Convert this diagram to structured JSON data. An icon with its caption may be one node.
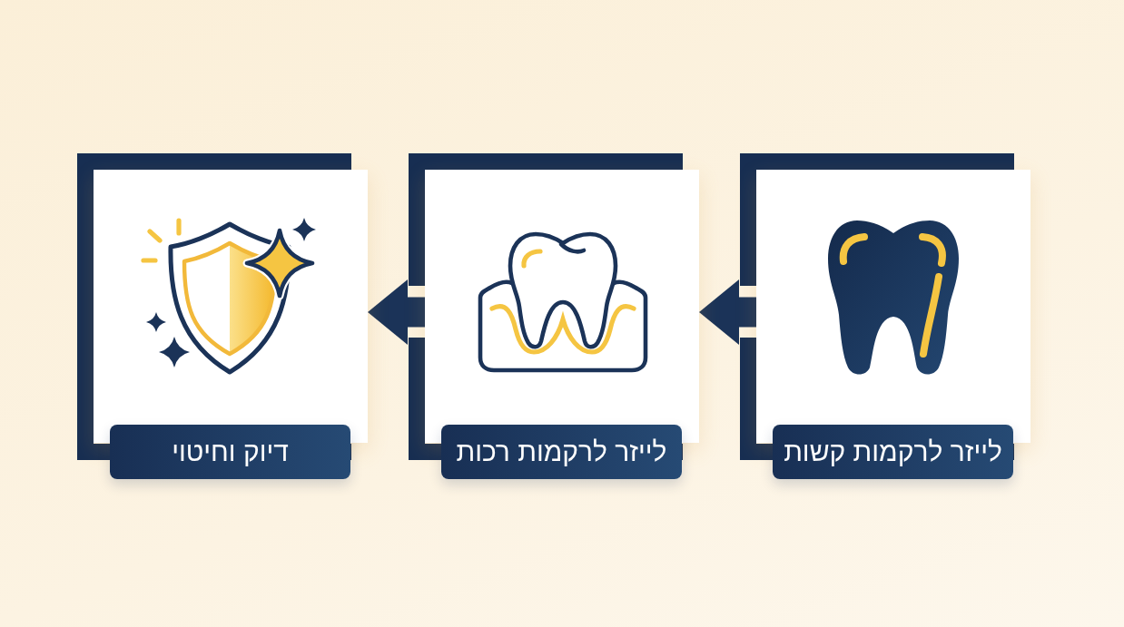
{
  "diagram": {
    "nodes": [
      {
        "text": [
          "לייזר לרקמות קשות"
        ]
      },
      {
        "text": [
          "לייזר לרקמות רכות"
        ]
      },
      {
        "text": [
          "דיוק וחיטוי"
        ]
      }
    ],
    "edges": [
      {
        "from": 0,
        "to": 1,
        "arrow": "to"
      },
      {
        "from": 1,
        "to": 2,
        "arrow": "to"
      }
    ]
  }
}
